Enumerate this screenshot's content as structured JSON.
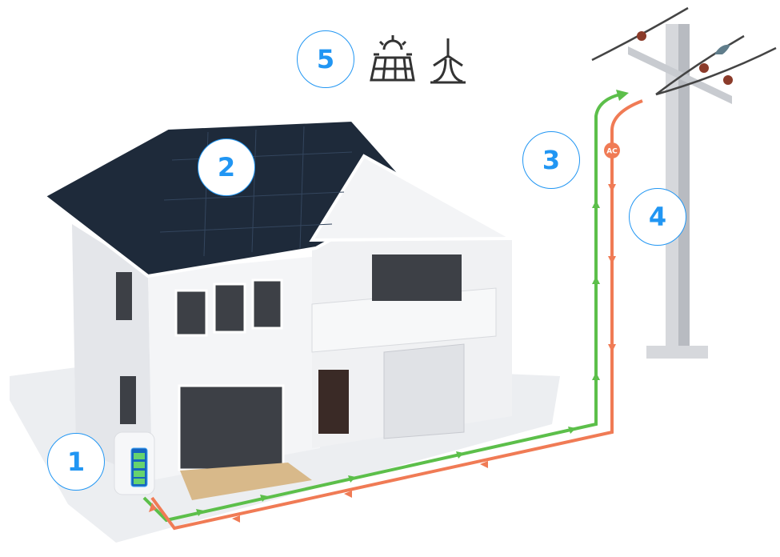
{
  "badges": {
    "battery": "1",
    "solar_roof": "2",
    "inverter_line": "3",
    "grid_pole": "4",
    "renewables": "5"
  },
  "line_label": "AC",
  "colors": {
    "badge": "#2196f3",
    "green_line": "#5cbf4a",
    "orange_line": "#f07b55",
    "roof": "#1e2a3a",
    "wall": "#f2f3f5"
  },
  "icons": [
    "solar-panel-icon",
    "wind-turbine-icon",
    "battery-icon",
    "bird-icon"
  ]
}
